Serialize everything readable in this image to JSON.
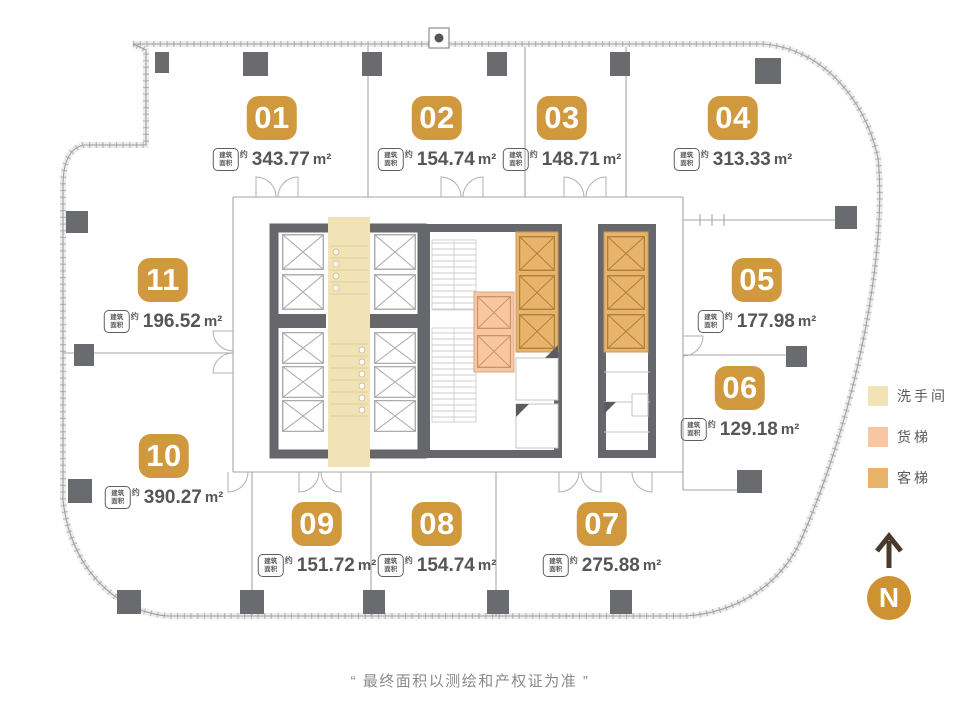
{
  "area_badge": {
    "line1": "建筑",
    "line2": "面积",
    "approx": "约"
  },
  "units": [
    {
      "id": "01",
      "area": "343.77",
      "unit": "m²"
    },
    {
      "id": "02",
      "area": "154.74",
      "unit": "m²"
    },
    {
      "id": "03",
      "area": "148.71",
      "unit": "m²"
    },
    {
      "id": "04",
      "area": "313.33",
      "unit": "m²"
    },
    {
      "id": "05",
      "area": "177.98",
      "unit": "m²"
    },
    {
      "id": "06",
      "area": "129.18",
      "unit": "m²"
    },
    {
      "id": "07",
      "area": "275.88",
      "unit": "m²"
    },
    {
      "id": "08",
      "area": "154.74",
      "unit": "m²"
    },
    {
      "id": "09",
      "area": "151.72",
      "unit": "m²"
    },
    {
      "id": "10",
      "area": "390.27",
      "unit": "m²"
    },
    {
      "id": "11",
      "area": "196.52",
      "unit": "m²"
    }
  ],
  "legend": {
    "items": [
      {
        "label": "洗手间",
        "color": "#f2e3b6"
      },
      {
        "label": "货梯",
        "color": "#f8c7a2"
      },
      {
        "label": "客梯",
        "color": "#e8b36b"
      }
    ]
  },
  "compass": {
    "label": "N"
  },
  "disclaimer": "“ 最终面积以测绘和产权证为准 ”",
  "colors": {
    "unit_badge": "#d0993e",
    "core_wall": "#66676a",
    "column": "#6a6b6e",
    "restroom": "#f2e3b6",
    "freight_elevator": "#f8c7a2",
    "passenger_elevator": "#e8b36b",
    "north_circle": "#cd9333"
  }
}
